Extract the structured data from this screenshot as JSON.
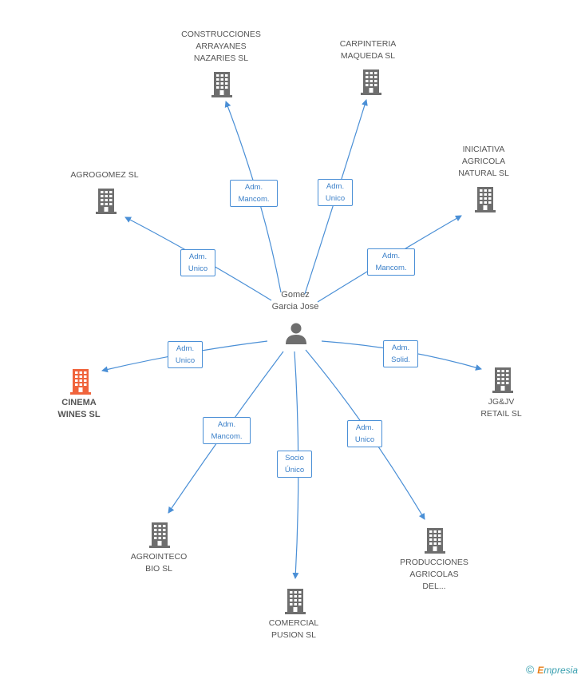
{
  "center": {
    "name": "Gomez\nGarcia Jose"
  },
  "nodes": [
    {
      "id": "construcciones",
      "label": "CONSTRUCCIONES\nARRAYANES\nNAZARIES SL",
      "active": false
    },
    {
      "id": "carpinteria",
      "label": "CARPINTERIA\nMAQUEDA  SL",
      "active": false
    },
    {
      "id": "agrogomez",
      "label": "AGROGOMEZ SL",
      "active": false
    },
    {
      "id": "iniciativa",
      "label": "INICIATIVA\nAGRICOLA\nNATURAL SL",
      "active": false
    },
    {
      "id": "cinema",
      "label": "CINEMA\nWINES SL",
      "active": true
    },
    {
      "id": "jgjv",
      "label": "JG&JV\nRETAIL  SL",
      "active": false
    },
    {
      "id": "agrointeco",
      "label": "AGROINTECO\nBIO SL",
      "active": false
    },
    {
      "id": "comercial",
      "label": "COMERCIAL\nPUSION SL",
      "active": false
    },
    {
      "id": "producciones",
      "label": "PRODUCCIONES\nAGRICOLAS\nDEL...",
      "active": false
    }
  ],
  "relations": [
    {
      "target": "construcciones",
      "label": "Adm.\nMancom."
    },
    {
      "target": "carpinteria",
      "label": "Adm.\nUnico"
    },
    {
      "target": "agrogomez",
      "label": "Adm.\nUnico"
    },
    {
      "target": "iniciativa",
      "label": "Adm.\nMancom."
    },
    {
      "target": "cinema",
      "label": "Adm.\nUnico"
    },
    {
      "target": "jgjv",
      "label": "Adm.\nSolid."
    },
    {
      "target": "agrointeco",
      "label": "Adm.\nMancom."
    },
    {
      "target": "comercial",
      "label": "Socio\nÚnico"
    },
    {
      "target": "producciones",
      "label": "Adm.\nUnico"
    }
  ],
  "colors": {
    "edge": "#4a8fd6",
    "building": "#6e6e6e",
    "building_active": "#f0643c",
    "person": "#6e6e6e"
  },
  "footer": {
    "copyright": "©",
    "brand_first": "E",
    "brand_rest": "mpresia"
  }
}
